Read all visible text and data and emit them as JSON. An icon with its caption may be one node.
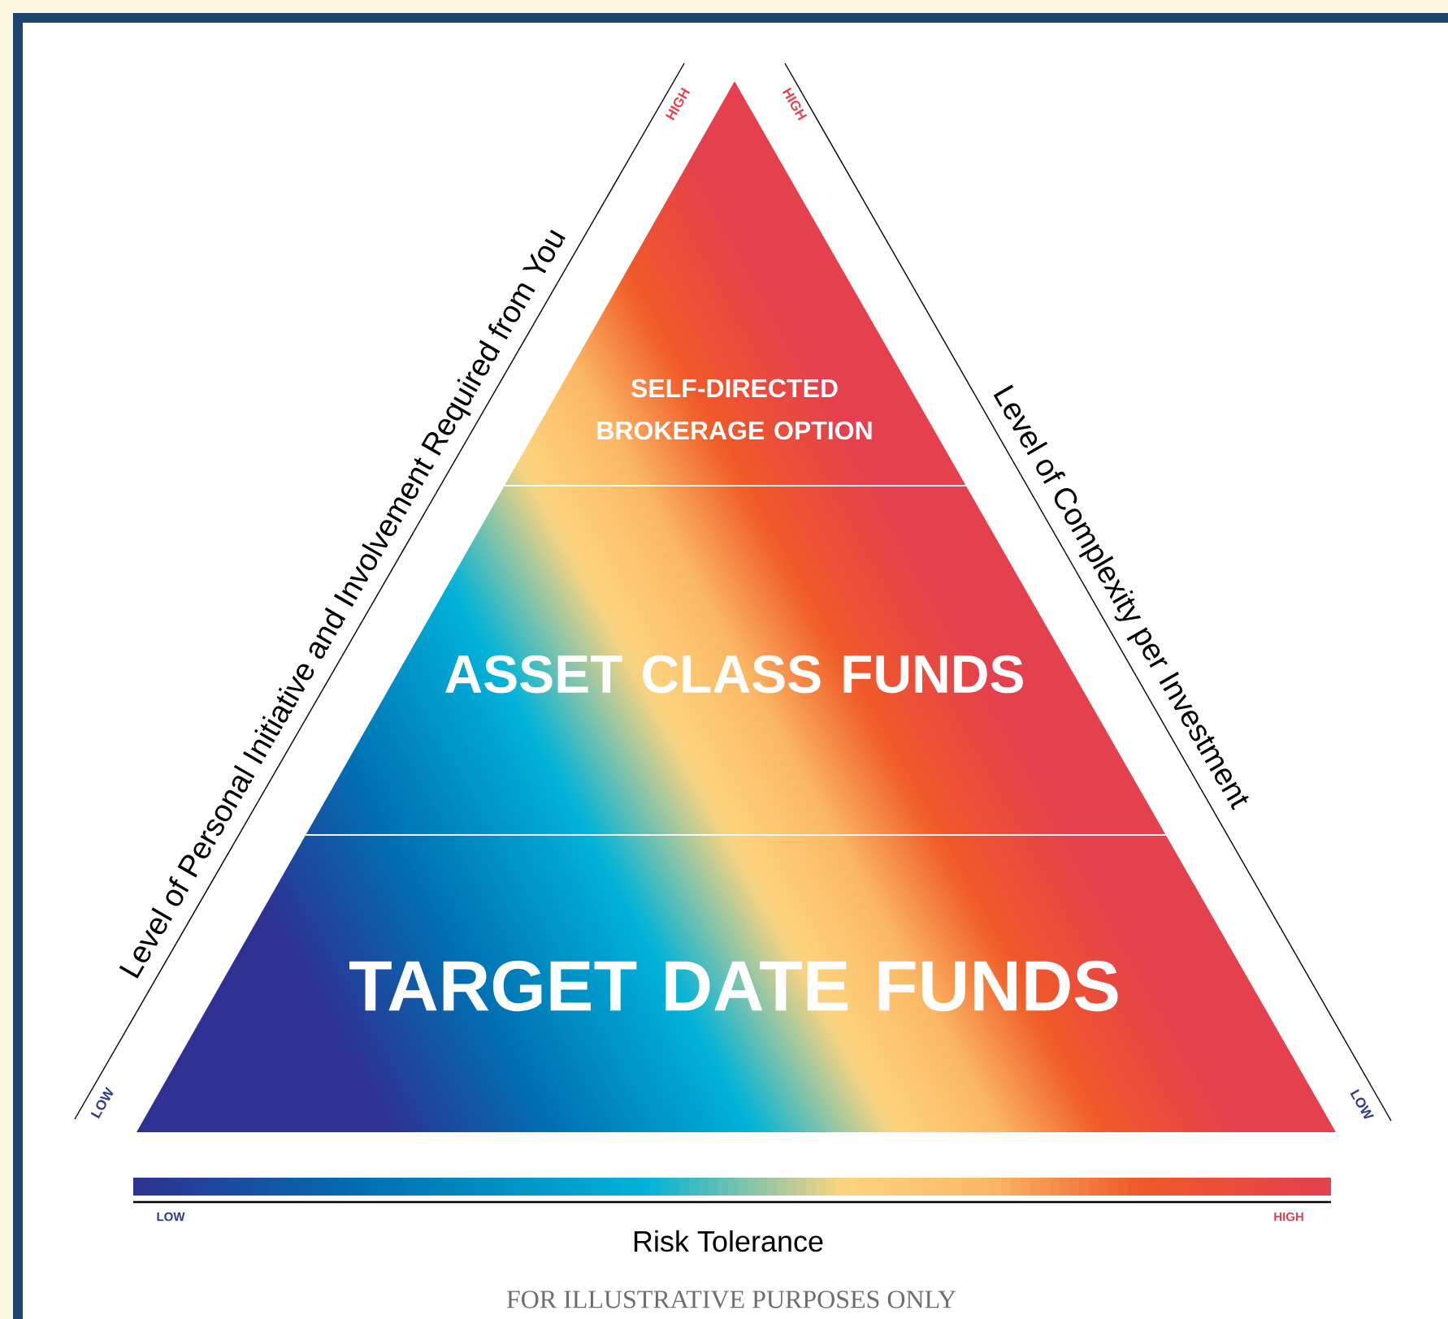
{
  "diagram": {
    "nodes": [
      {
        "text": [
          "SELF-DIRECTED BROKERAGE OPTION"
        ]
      },
      {
        "text": [
          "ASSET CLASS FUNDS"
        ]
      },
      {
        "text": [
          "TARGET DATE FUNDS"
        ]
      }
    ],
    "edges": [],
    "labels": [
      "HIGH",
      "HIGH",
      "Level of Personal Initiative and Involvement Required from You",
      "Level of Complexity per Investment",
      "LOW",
      "LOW",
      "LOW",
      "HIGH",
      "Risk Tolerance",
      "FOR ILLUSTRATIVE PURPOSES ONLY"
    ]
  }
}
